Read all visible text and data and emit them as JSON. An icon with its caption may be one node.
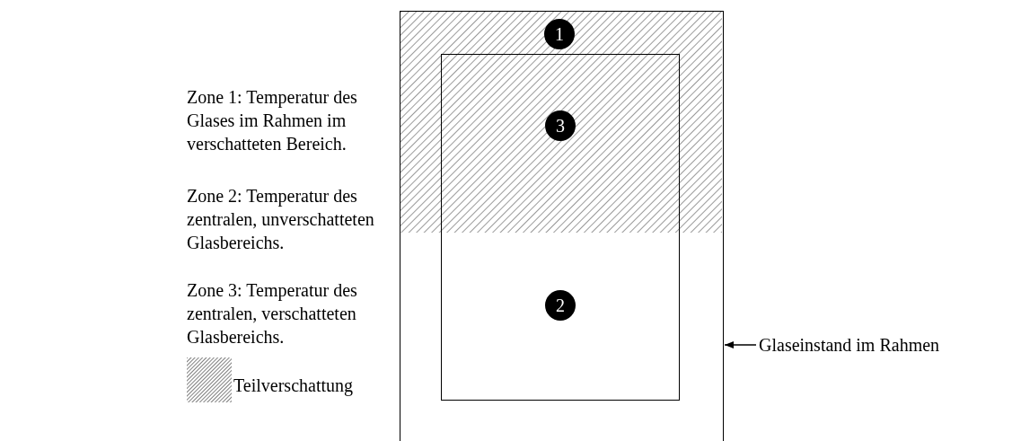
{
  "diagram": {
    "nodes": [
      {
        "text": [],
        "shape": "box"
      },
      {
        "text": [
          "1"
        ],
        "in": 0
      },
      {
        "text": [],
        "shape": "box",
        "in": 0
      },
      {
        "text": [
          "3"
        ],
        "in": 2
      },
      {
        "text": [
          "2"
        ],
        "in": 2
      },
      {
        "text": [
          "Glaseinstand im Rahmen"
        ]
      }
    ],
    "edges": [
      {
        "from": 5,
        "to": 0,
        "arrow": "to"
      }
    ],
    "labels": [
      "Zone 1: Temperatur des Glases im Rahmen im verschatteten Bereich.",
      "Zone 2: Temperatur des zentralen, unverschatteten Glasbereichs.",
      "Zone 3: Temperatur des zentralen, verschatteten Glasbereichs."
    ],
    "legend": [
      {
        "text": "Teilverschattung"
      }
    ]
  }
}
